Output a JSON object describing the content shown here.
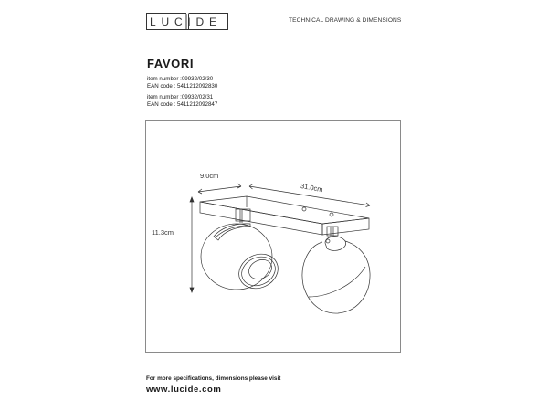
{
  "header": {
    "brand_letters": [
      "L",
      "U",
      "C",
      "I",
      "D",
      "E"
    ],
    "brand": "LUCIDE",
    "doc_subtitle": "TECHNICAL DRAWING & DIMENSIONS"
  },
  "product": {
    "name": "FAVORI",
    "variants": [
      {
        "item_number_label": "item number :09932/02/30",
        "ean_label": "EAN code : 5411212092830"
      },
      {
        "item_number_label": "item number :09932/02/31",
        "ean_label": "EAN code : 5411212092847"
      }
    ]
  },
  "drawing": {
    "dimensions": {
      "width": "9.0cm",
      "length": "31.0cm",
      "height": "11.3cm"
    },
    "line_color": "#333333",
    "frame_color": "#8a8a8a"
  },
  "footer": {
    "note": "For more specifications, dimensions please visit",
    "url": "www.lucide.com"
  }
}
